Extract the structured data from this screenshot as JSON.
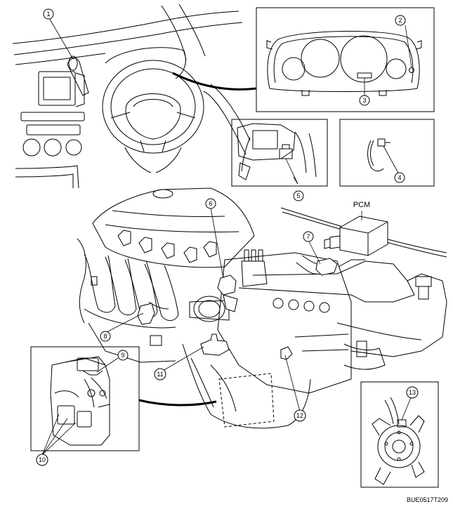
{
  "diagram": {
    "figure_code": "BUE0517T209",
    "pcm_label": "PCM",
    "callouts": [
      "1",
      "2",
      "3",
      "4",
      "5",
      "6",
      "7",
      "8",
      "9",
      "10",
      "11",
      "12",
      "13"
    ],
    "colors": {
      "line": "#000000",
      "background": "#ffffff"
    }
  }
}
